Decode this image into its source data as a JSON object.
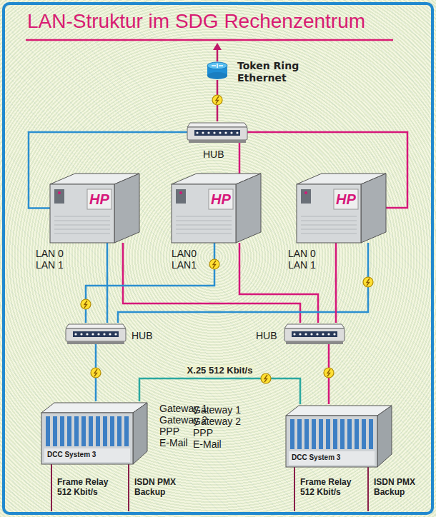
{
  "diagram": {
    "title": "LAN-Struktur im SDG Rechenzentrum",
    "nodes": [
      {
        "text": [
          "Token Ring",
          "Ethernet"
        ]
      },
      {
        "text": [
          "HUB"
        ]
      },
      {
        "text": [
          "HP",
          "LAN 0",
          "LAN 1"
        ]
      },
      {
        "text": [
          "HP",
          "LAN0",
          "LAN1"
        ]
      },
      {
        "text": [
          "HP",
          "LAN 0",
          "LAN 1"
        ]
      },
      {
        "text": [
          "HUB"
        ]
      },
      {
        "text": [
          "HUB"
        ]
      },
      {
        "text": [
          "DCC System 3",
          "Gateway 1",
          "Gateway 2",
          "PPP",
          "E-Mail"
        ]
      },
      {
        "text": [
          "DCC System 3",
          "Gateway 1",
          "Gateway 2",
          "PPP",
          "E-Mail"
        ]
      }
    ],
    "edges": [
      {
        "from": 0,
        "to": 1,
        "arrow": "none"
      },
      {
        "from": 1,
        "to": 2,
        "arrow": "none"
      },
      {
        "from": 1,
        "to": 3,
        "arrow": "none"
      },
      {
        "from": 1,
        "to": 4,
        "arrow": "none"
      },
      {
        "from": 2,
        "to": 5,
        "arrow": "none"
      },
      {
        "from": 2,
        "to": 6,
        "arrow": "none"
      },
      {
        "from": 3,
        "to": 5,
        "arrow": "none"
      },
      {
        "from": 3,
        "to": 6,
        "arrow": "none"
      },
      {
        "from": 4,
        "to": 5,
        "arrow": "none"
      },
      {
        "from": 4,
        "to": 6,
        "arrow": "none"
      },
      {
        "from": 5,
        "to": 7,
        "arrow": "none"
      },
      {
        "from": 6,
        "to": 8,
        "arrow": "none"
      },
      {
        "from": 7,
        "to": 8,
        "label": "X.25 512 Kbit/s",
        "arrow": "none"
      }
    ],
    "labels": [
      "Frame Relay 512 Kbit/s",
      "ISDN PMX Backup",
      "Frame Relay 512 Kbit/s",
      "ISDN PMX Backup"
    ]
  }
}
